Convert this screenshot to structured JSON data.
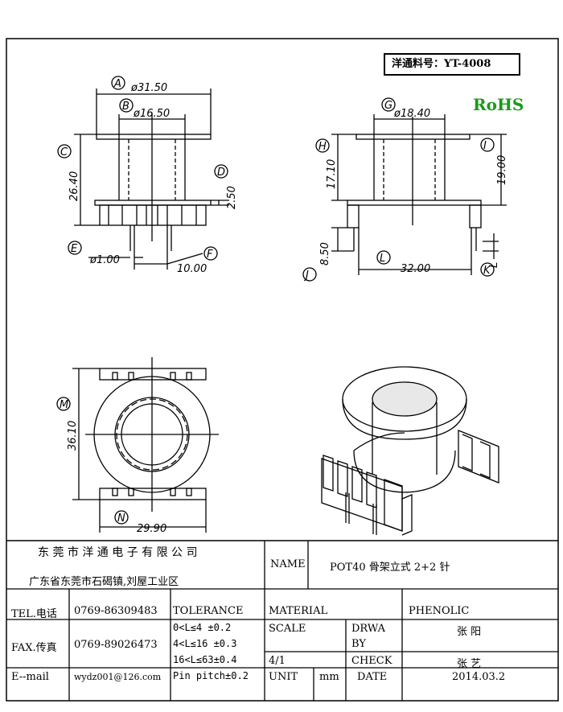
{
  "part_number": "洋通料号：YT-4008",
  "rohs": "RoHS",
  "front_view": {
    "A": "A",
    "B": "B",
    "C": "C",
    "D": "D",
    "E": "E",
    "F": "F",
    "dim_A": "ø31.50",
    "dim_B": "ø16.50",
    "dim_C": "26.40",
    "dim_D": "2.50",
    "dim_E": "ø1.00",
    "dim_F": "10.00"
  },
  "side_view": {
    "G": "G",
    "H": "H",
    "I": "I",
    "J": "J",
    "K": "K",
    "L": "L",
    "dim_G": "ø18.40",
    "dim_H": "17.10",
    "dim_I": "19.00",
    "dim_J": "8.50",
    "dim_K": "L",
    "dim_L": "32.00"
  },
  "top_view": {
    "M": "M",
    "N": "N",
    "dim_M": "36.10",
    "dim_N": "29.90"
  },
  "title_block": {
    "company": "东 莞 市 洋 通 电 子 有 限 公 司",
    "address": "广东省东莞市石碣镇,刘屋工业区",
    "name_label": "NAME",
    "name_value": "POT40 骨架立式 2+2 针",
    "tel_label": "TEL.电话",
    "tel_value": "0769-86309483",
    "fax_label": "FAX.传真",
    "fax_value": "0769-89026473",
    "email_label": "E--mail",
    "email_value": "wydz001@126.com",
    "tolerance_label": "TOLERANCE",
    "tol_1": "0<L≤4  ±0.2",
    "tol_2": "4<L≤16 ±0.3",
    "tol_3": "16<L≤63±0.4",
    "tol_4": "Pin pitch±0.2",
    "material_label": "MATERIAL",
    "material_value": "PHENOLIC",
    "scale_label": "SCALE",
    "scale_value": "4/1",
    "drawn_label_1": "DRWA",
    "drawn_label_2": "BY",
    "drawn_value": "张 阳",
    "check_label": "CHECK",
    "check_value": "张 艺",
    "unit_label": "UNIT",
    "unit_value": "mm",
    "date_label": "DATE",
    "date_value": "2014.03.2"
  }
}
